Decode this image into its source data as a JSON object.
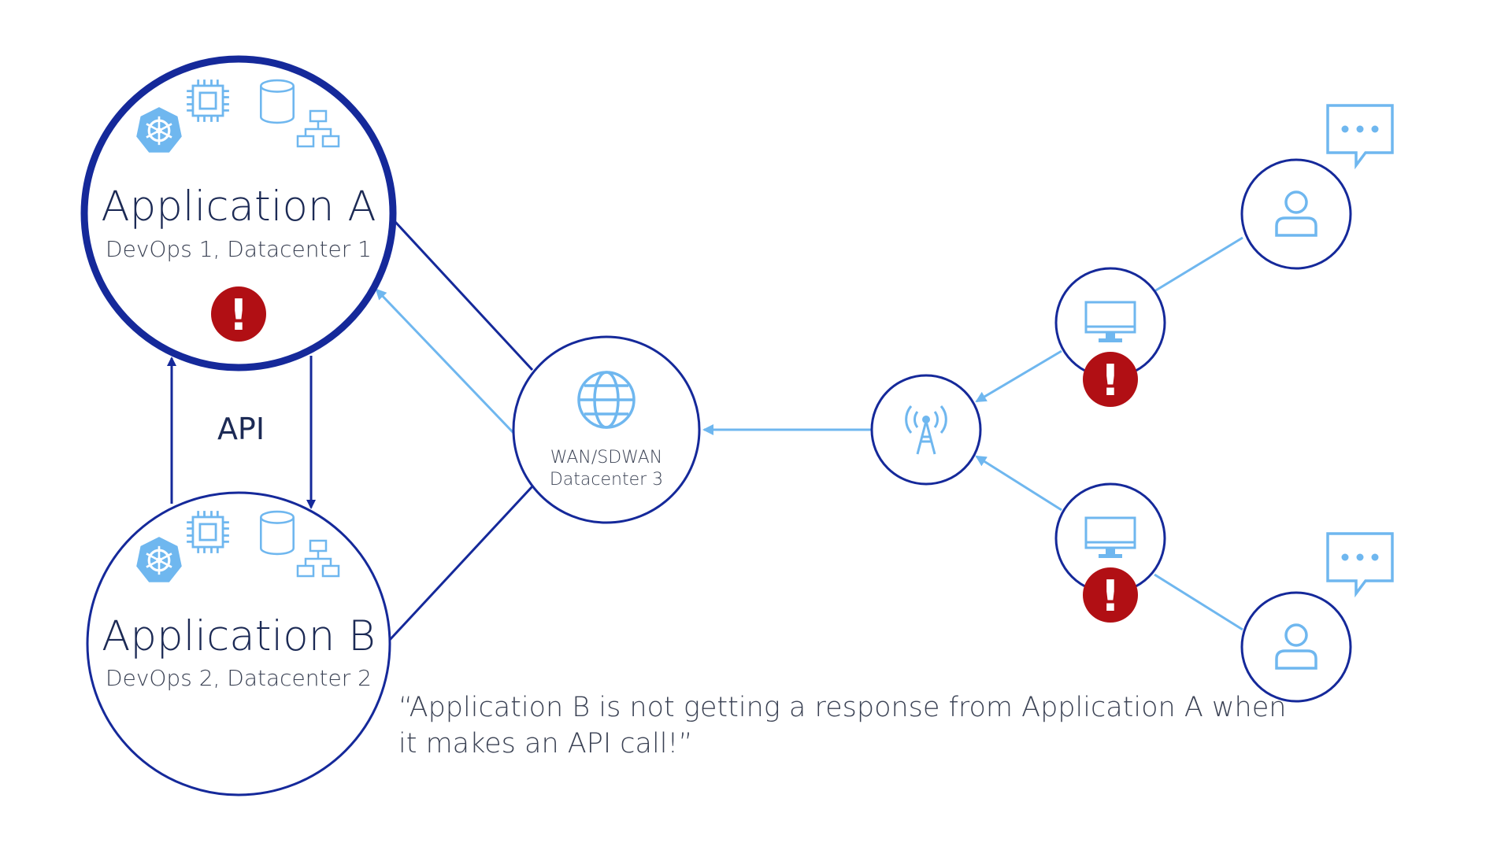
{
  "diagram": {
    "colors": {
      "dark_blue": "#15299a",
      "light_blue": "#6fb7ef",
      "alert_red": "#b10f14",
      "text_dark": "#1c2a55",
      "text_gray": "#3b4254"
    },
    "app_a": {
      "title": "Application A",
      "subtitle": "DevOps 1, Datacenter 1",
      "icons": [
        "kubernetes-icon",
        "cpu-chip-icon",
        "database-icon",
        "network-hierarchy-icon"
      ],
      "status": "alert"
    },
    "app_b": {
      "title": "Application B",
      "subtitle": "DevOps 2, Datacenter 2",
      "icons": [
        "kubernetes-icon",
        "cpu-chip-icon",
        "database-icon",
        "network-hierarchy-icon"
      ]
    },
    "api_label": "API",
    "wan": {
      "label_line1": "WAN/SDWAN",
      "label_line2": "Datacenter 3",
      "icon": "globe-icon"
    },
    "tower_icon": "cell-tower-icon",
    "computers": [
      {
        "icon": "monitor-icon",
        "status": "alert"
      },
      {
        "icon": "monitor-icon",
        "status": "alert"
      }
    ],
    "users": [
      {
        "icon": "user-icon",
        "bubble": "chat-bubble-icon"
      },
      {
        "icon": "user-icon",
        "bubble": "chat-bubble-icon"
      }
    ],
    "alert_glyph": "!",
    "quote_line1": "“Application B is not getting a response from Application A when",
    "quote_line2": "it makes an API call!”"
  }
}
